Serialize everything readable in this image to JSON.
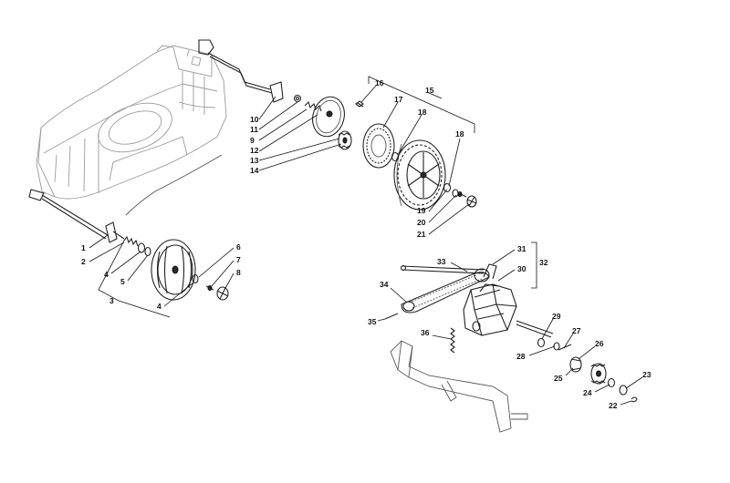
{
  "diagram": {
    "labels": [
      {
        "key": "l1",
        "text": "1"
      },
      {
        "key": "l2",
        "text": "2"
      },
      {
        "key": "l3",
        "text": "3"
      },
      {
        "key": "l4a",
        "text": "4"
      },
      {
        "key": "l4b",
        "text": "4"
      },
      {
        "key": "l5",
        "text": "5"
      },
      {
        "key": "l6",
        "text": "6"
      },
      {
        "key": "l7",
        "text": "7"
      },
      {
        "key": "l8",
        "text": "8"
      },
      {
        "key": "l9",
        "text": "9"
      },
      {
        "key": "l10",
        "text": "10"
      },
      {
        "key": "l11",
        "text": "11"
      },
      {
        "key": "l12",
        "text": "12"
      },
      {
        "key": "l13",
        "text": "13"
      },
      {
        "key": "l14",
        "text": "14"
      },
      {
        "key": "l15",
        "text": "15"
      },
      {
        "key": "l16",
        "text": "16"
      },
      {
        "key": "l17",
        "text": "17"
      },
      {
        "key": "l18a",
        "text": "18"
      },
      {
        "key": "l18b",
        "text": "18"
      },
      {
        "key": "l19",
        "text": "19"
      },
      {
        "key": "l20",
        "text": "20"
      },
      {
        "key": "l21",
        "text": "21"
      },
      {
        "key": "l22",
        "text": "22"
      },
      {
        "key": "l23",
        "text": "23"
      },
      {
        "key": "l24",
        "text": "24"
      },
      {
        "key": "l25",
        "text": "25"
      },
      {
        "key": "l26",
        "text": "26"
      },
      {
        "key": "l27",
        "text": "27"
      },
      {
        "key": "l28",
        "text": "28"
      },
      {
        "key": "l29",
        "text": "29"
      },
      {
        "key": "l30",
        "text": "30"
      },
      {
        "key": "l31",
        "text": "31"
      },
      {
        "key": "l32",
        "text": "32"
      },
      {
        "key": "l33",
        "text": "33"
      },
      {
        "key": "l34",
        "text": "34"
      },
      {
        "key": "l35",
        "text": "35"
      },
      {
        "key": "l36",
        "text": "36"
      }
    ]
  }
}
